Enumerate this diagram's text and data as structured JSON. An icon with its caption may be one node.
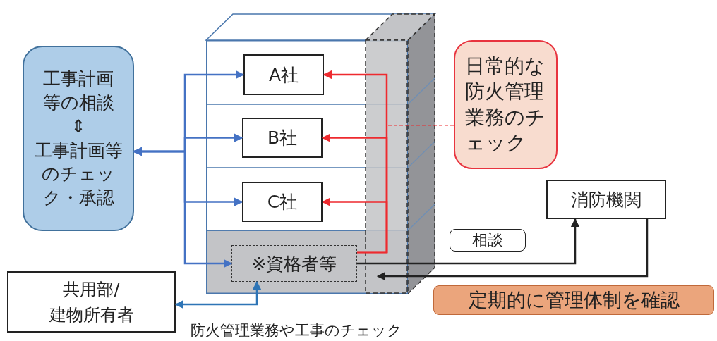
{
  "diagram": {
    "nodes": [
      {
        "text": [],
        "shape": "box"
      },
      {
        "text": [
          "A社"
        ],
        "in": 0
      },
      {
        "text": [
          "B社"
        ],
        "in": 0
      },
      {
        "text": [
          "C社"
        ],
        "in": 0
      },
      {
        "text": [
          "※資格者等"
        ],
        "in": 0
      },
      {
        "text": [
          "工事計画等の相談",
          "⇕",
          "工事計画等のチェック・承認"
        ]
      },
      {
        "text": [
          "日常的な防火管理業務のチェック"
        ]
      },
      {
        "text": [
          "消防機関"
        ]
      },
      {
        "text": [
          "相談"
        ]
      },
      {
        "text": [
          "共用部/建物所有者"
        ]
      },
      {
        "text": [
          "定期的に管理体制を確認"
        ]
      }
    ],
    "edges": [
      {
        "from": 5,
        "to": 1,
        "arrow": "both",
        "color": "#4472c4"
      },
      {
        "from": 5,
        "to": 2,
        "arrow": "both",
        "color": "#4472c4"
      },
      {
        "from": 5,
        "to": 3,
        "arrow": "both",
        "color": "#4472c4"
      },
      {
        "from": 5,
        "to": 4,
        "arrow": "to",
        "color": "#4472c4"
      },
      {
        "from": 4,
        "to": 1,
        "arrow": "to",
        "color": "#ee2a2f"
      },
      {
        "from": 4,
        "to": 2,
        "arrow": "to",
        "color": "#ee2a2f"
      },
      {
        "from": 4,
        "to": 3,
        "arrow": "to",
        "color": "#ee2a2f"
      },
      {
        "from": 4,
        "to": 9,
        "arrow": "both",
        "color": "#2e75b6"
      },
      {
        "from": 4,
        "to": 7,
        "arrow": "to",
        "color": "#222222"
      },
      {
        "from": 7,
        "to": 0,
        "arrow": "to",
        "color": "#222222"
      },
      {
        "from": 6,
        "to": null,
        "arrow": "none",
        "style": "dashed",
        "color": "#ee2a2f"
      }
    ],
    "labels": [
      "防火管理業務や工事のチェック"
    ]
  }
}
